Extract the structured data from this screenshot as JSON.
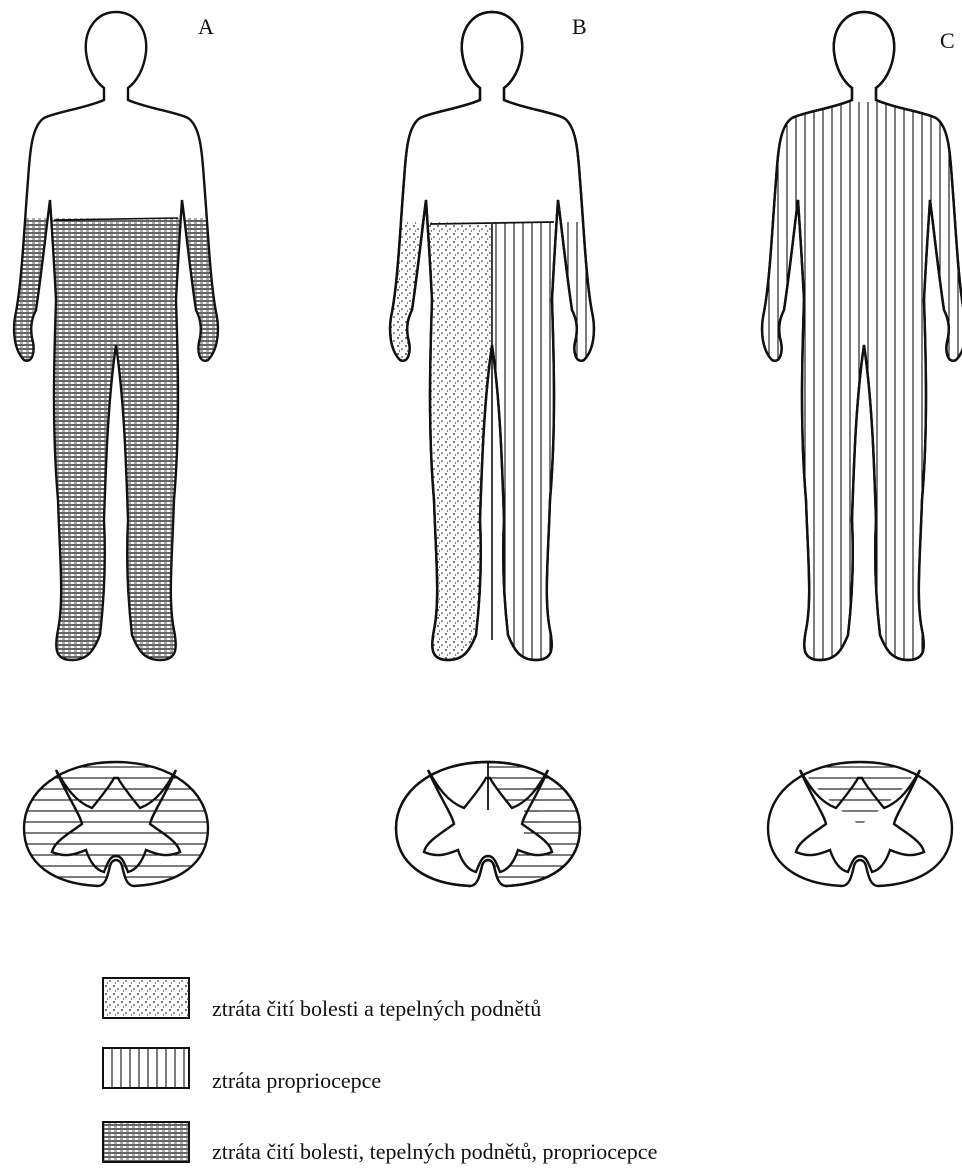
{
  "panels": [
    {
      "letter": "A",
      "pattern": "pain-temp-proprio",
      "cord_pattern": "horizontal-dense-full"
    },
    {
      "letter": "B",
      "pattern": "split-dots-vertical",
      "cord_pattern": "horizontal-half"
    },
    {
      "letter": "C",
      "pattern": "vertical",
      "cord_pattern": "horizontal-dorsal"
    }
  ],
  "legend": [
    {
      "pattern": "dots",
      "label": "ztráta čití bolesti a tepelných podnětů"
    },
    {
      "pattern": "vertical",
      "label": "ztráta propriocepce"
    },
    {
      "pattern": "horizontal-dense",
      "label": "ztráta čití bolesti, tepelných podnětů, propriocepce"
    }
  ],
  "colors": {
    "ink": "#111111",
    "background": "#ffffff"
  }
}
